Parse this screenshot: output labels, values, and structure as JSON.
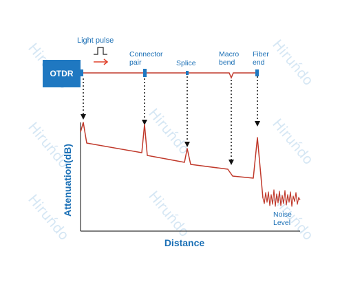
{
  "watermark": "Hiruńdo",
  "otdr": {
    "label": "OTDR",
    "color": "#1f78c1"
  },
  "light_pulse": {
    "label": "Light pulse"
  },
  "events": {
    "connector": {
      "line1": "Connector",
      "line2": "pair"
    },
    "splice": {
      "label": "Splice"
    },
    "macro": {
      "line1": "Macro",
      "line2": "bend"
    },
    "fiber_end": {
      "line1": "Fiber",
      "line2": "end"
    }
  },
  "noise": {
    "line1": "Noise",
    "line2": "Level"
  },
  "axes": {
    "ylabel": "Attenuation(dB)",
    "xlabel": "Distance"
  },
  "colors": {
    "blue": "#1f78c1",
    "trace": "#c0392b",
    "arrow": "#e0402a",
    "text_blue": "#1a6fb5",
    "watermark": "#cfe3f3"
  }
}
